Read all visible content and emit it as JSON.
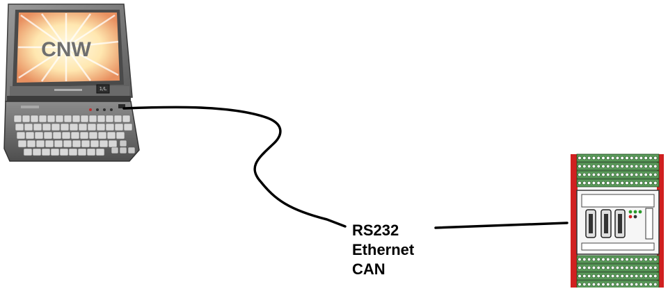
{
  "laptop": {
    "screen_label": "CNW",
    "key_label": "1/L"
  },
  "connection": {
    "labels": [
      "RS232",
      "Ethernet",
      "CAN"
    ]
  },
  "colors": {
    "cable": "#000000",
    "laptop_body": "#7a7a7a",
    "screen_glow": "#fff4c8",
    "screen_outer": "#e8a070",
    "controller_green": "#5a9a5a",
    "controller_red": "#d02020"
  }
}
